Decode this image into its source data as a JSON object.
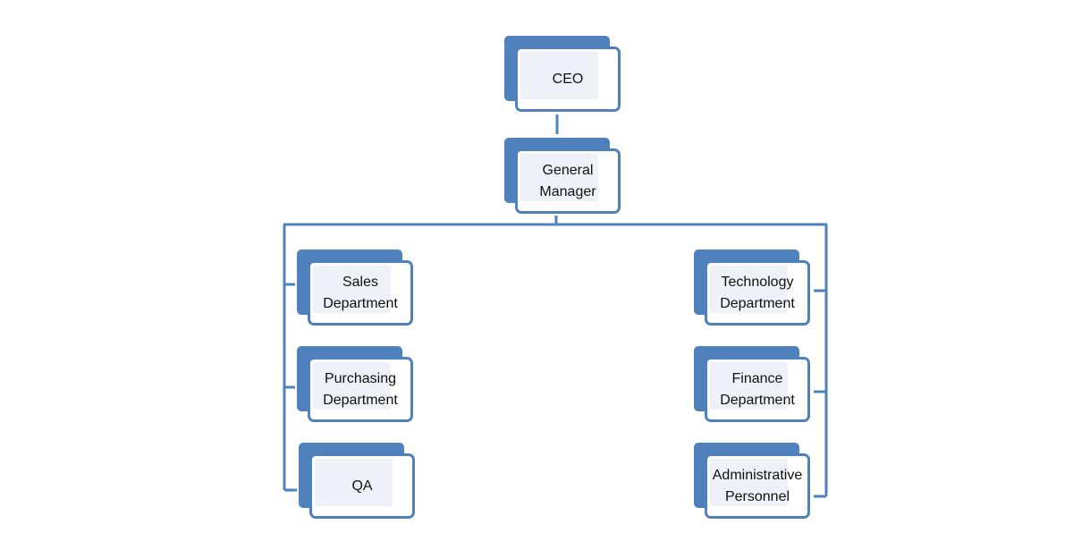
{
  "chart": {
    "ceo": "CEO",
    "general_manager": "General Manager",
    "sales": "Sales Department",
    "purchasing": "Purchasing Department",
    "qa": "QA",
    "technology": "Technology Department",
    "finance": "Finance Department",
    "admin": "Administrative Personnel"
  },
  "colors": {
    "accent": "#4f81bd",
    "card_fill": "#eef2f8"
  }
}
